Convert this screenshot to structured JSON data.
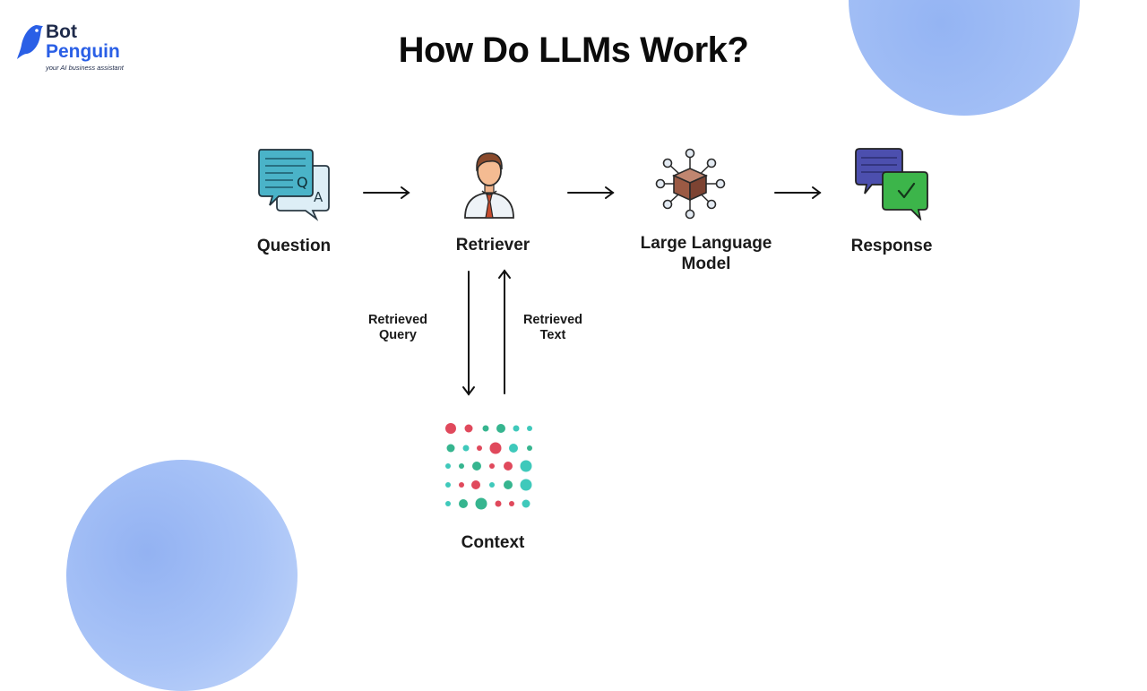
{
  "logo": {
    "line1": "Bot",
    "line2": "Penguin",
    "tagline": "your AI business assistant"
  },
  "title": "How Do LLMs Work?",
  "nodes": {
    "question": {
      "label": "Question",
      "icon": "qa-chat-icon",
      "q_letter": "Q",
      "a_letter": "A"
    },
    "retriever": {
      "label": "Retriever",
      "icon": "person-icon"
    },
    "llm": {
      "label_line1": "Large Language",
      "label_line2": "Model",
      "icon": "network-cube-icon"
    },
    "response": {
      "label": "Response",
      "icon": "chat-check-icon"
    },
    "context": {
      "label": "Context",
      "icon": "dot-matrix-icon"
    }
  },
  "edges": {
    "retrieved_query": {
      "line1": "Retrieved",
      "line2": "Query"
    },
    "retrieved_text": {
      "line1": "Retrieved",
      "line2": "Text"
    }
  },
  "colors": {
    "accent_blue": "#2a5fe6",
    "blob": "#a4c0f6",
    "dot_red": "#e0495c",
    "dot_teal": "#3fc9bb",
    "dot_green": "#36b58f"
  }
}
